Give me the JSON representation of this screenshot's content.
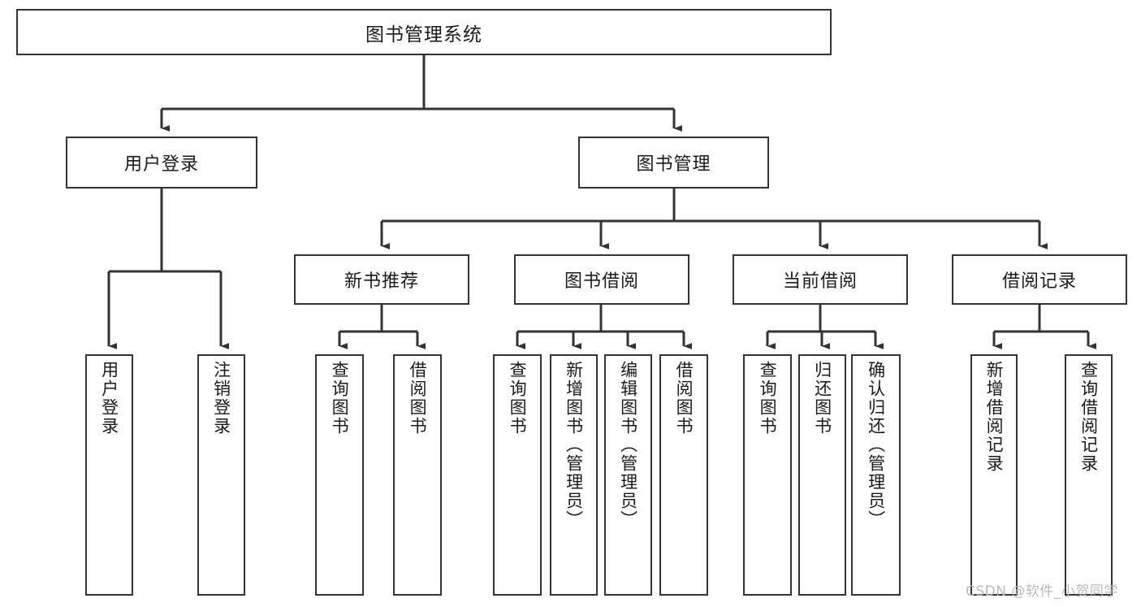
{
  "diagram": {
    "title": "图书管理系统",
    "type": "hierarchy-tree",
    "root": {
      "label": "图书管理系统"
    },
    "level2": [
      {
        "label": "用户登录"
      },
      {
        "label": "图书管理"
      }
    ],
    "level3": [
      {
        "label": "新书推荐"
      },
      {
        "label": "图书借阅"
      },
      {
        "label": "当前借阅"
      },
      {
        "label": "借阅记录"
      }
    ],
    "leaves": {
      "user_login": [
        {
          "label": "用户登录"
        },
        {
          "label": "注销登录"
        }
      ],
      "new_book": [
        {
          "label": "查询图书"
        },
        {
          "label": "借阅图书"
        }
      ],
      "book_borrow": [
        {
          "label": "查询图书"
        },
        {
          "label": "新增图书（管理员）"
        },
        {
          "label": "编辑图书（管理员）"
        },
        {
          "label": "借阅图书"
        }
      ],
      "current_borrow": [
        {
          "label": "查询图书"
        },
        {
          "label": "归还图书"
        },
        {
          "label": "确认归还（管理员）"
        }
      ],
      "borrow_record": [
        {
          "label": "新增借阅记录"
        },
        {
          "label": "查询借阅记录"
        }
      ]
    }
  },
  "watermark": {
    "text": "CSDN @软件_小贺同学"
  },
  "colors": {
    "box_border": "#333333",
    "box_fill": "#ffffff",
    "line": "#333333",
    "text": "#1a1a1a",
    "watermark": "#b9b9b9"
  }
}
